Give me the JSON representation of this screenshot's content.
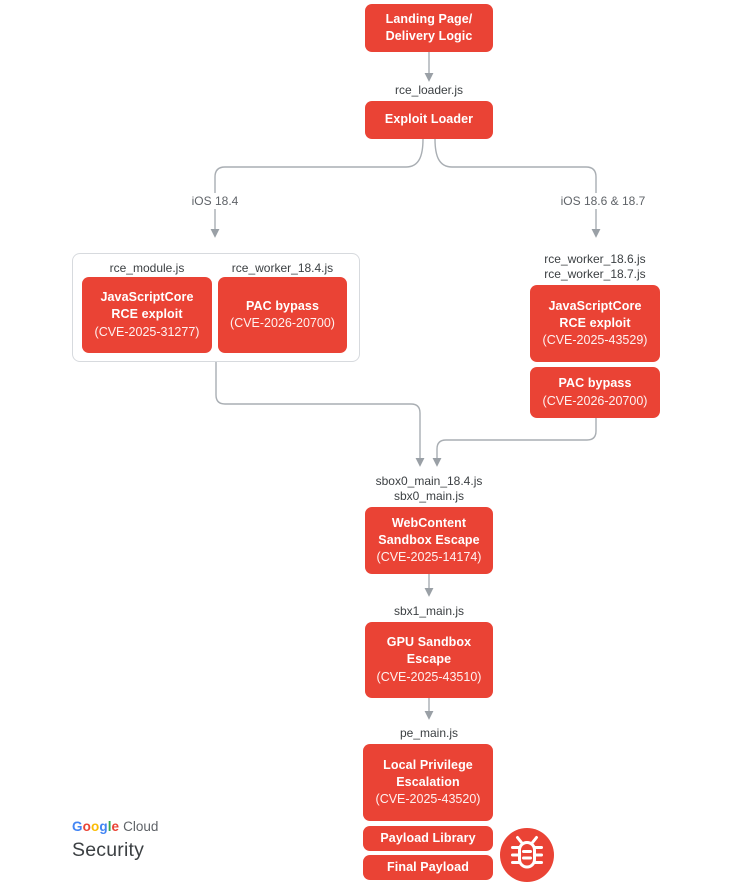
{
  "diagram_title": "iOS exploit chain flow",
  "colors": {
    "box_red": "#EA4335",
    "connector_gray": "#9AA0A6",
    "file_label_dark": "#3C4043",
    "branch_label_gray": "#5F6368",
    "group_border_gray": "#D7DADE"
  },
  "nodes": {
    "landing": "Landing Page/\nDelivery Logic",
    "exploit_loader": "Exploit Loader",
    "jsc_exploit_left": {
      "title": "JavaScriptCore\nRCE exploit",
      "cve": "(CVE-2025-31277)"
    },
    "pac_left": {
      "title": "PAC bypass",
      "cve": "(CVE-2026-20700)"
    },
    "jsc_exploit_right": {
      "title": "JavaScriptCore\nRCE exploit",
      "cve": "(CVE-2025-43529)"
    },
    "pac_right": {
      "title": "PAC bypass",
      "cve": "(CVE-2026-20700)"
    },
    "webcontent_escape": {
      "title": "WebContent\nSandbox Escape",
      "cve": "(CVE-2025-14174)"
    },
    "gpu_escape": {
      "title": "GPU Sandbox\nEscape",
      "cve": "(CVE-2025-43510)"
    },
    "lpe": {
      "title": "Local Privilege\nEscalation",
      "cve": "(CVE-2025-43520)"
    },
    "payload_library": "Payload Library",
    "final_payload": "Final Payload"
  },
  "file_labels": {
    "rce_loader": "rce_loader.js",
    "rce_module": "rce_module.js",
    "rce_worker_184": "rce_worker_18.4.js",
    "rce_worker_right": "rce_worker_18.6.js\nrce_worker_18.7.js",
    "sbox0": "sbox0_main_18.4.js\nsbx0_main.js",
    "sbx1": "sbx1_main.js",
    "pe": "pe_main.js"
  },
  "branch_labels": {
    "left": "iOS 18.4",
    "right": "iOS 18.6 & 18.7"
  },
  "branding": {
    "google_letters": [
      {
        "ch": "G",
        "color": "#4285F4"
      },
      {
        "ch": "o",
        "color": "#EA4335"
      },
      {
        "ch": "o",
        "color": "#FBBC04"
      },
      {
        "ch": "g",
        "color": "#4285F4"
      },
      {
        "ch": "l",
        "color": "#34A853"
      },
      {
        "ch": "e",
        "color": "#EA4335"
      }
    ],
    "cloud": "Cloud",
    "security": "Security"
  }
}
